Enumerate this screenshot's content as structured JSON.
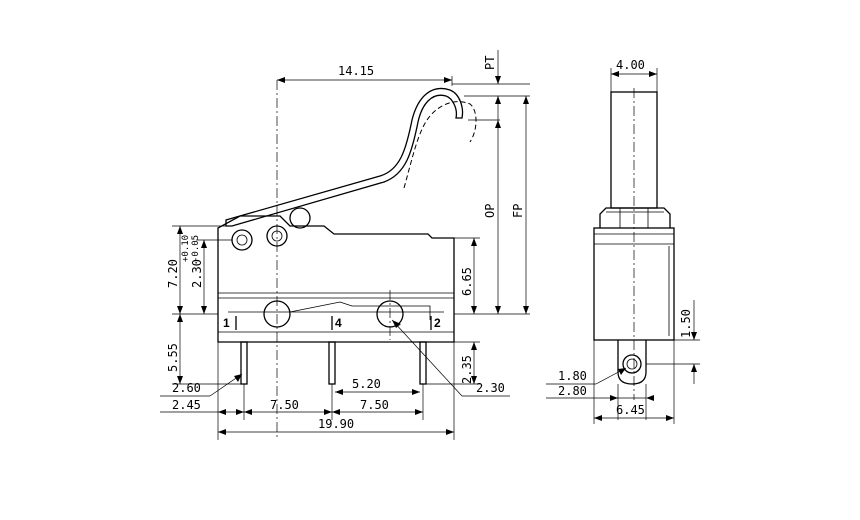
{
  "front_view": {
    "dims": {
      "lever_reach": "14.15",
      "total_height": "7.20",
      "pin_hole_height": "2.30",
      "tol_plus": "+0.10",
      "tol_minus": "-0.05",
      "body_height": "6.65",
      "pin_length": "5.55",
      "terminal_drop": "2.35",
      "left_offset_a": "2.60",
      "left_offset_b": "2.45",
      "pitch_left": "7.50",
      "pitch_right": "7.50",
      "terminal_spacing": "5.20",
      "right_hole": "2.30",
      "overall_length": "19.90"
    },
    "positions": {
      "pt": "PT",
      "op": "OP",
      "fp": "FP"
    },
    "terminals": [
      "1",
      "4",
      "2"
    ]
  },
  "side_view": {
    "dims": {
      "actuator_width": "4.00",
      "terminal_height": "1.50",
      "hole_diameter": "1.80",
      "terminal_width": "2.80",
      "body_width": "6.45"
    }
  }
}
